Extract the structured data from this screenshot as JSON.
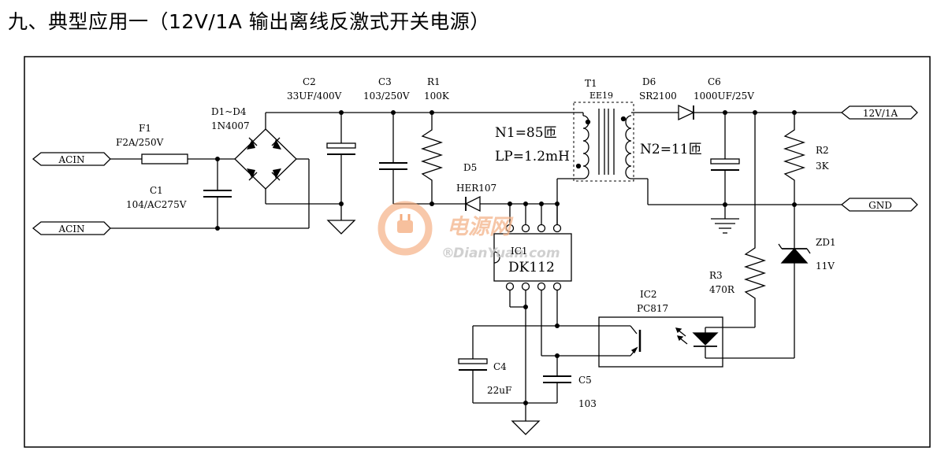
{
  "heading": "九、典型应用一（12V/1A 输出离线反激式开关电源）",
  "connectors": {
    "acin_top": "ACIN",
    "acin_bottom": "ACIN",
    "out_pos": "12V/1A",
    "out_gnd": "GND"
  },
  "components": {
    "f1": {
      "ref": "F1",
      "value": "F2A/250V"
    },
    "c1": {
      "ref": "C1",
      "value": "104/AC275V"
    },
    "d1_d4": {
      "ref": "D1~D4",
      "value": "1N4007"
    },
    "c2": {
      "ref": "C2",
      "value": "33UF/400V"
    },
    "c3": {
      "ref": "C3",
      "value": "103/250V"
    },
    "r1": {
      "ref": "R1",
      "value": "100K"
    },
    "t1": {
      "ref": "T1",
      "value": "EE19",
      "n1": "N1=85匝",
      "lp": "LP=1.2mH",
      "n2": "N2=11匝"
    },
    "d5": {
      "ref": "D5",
      "value": "HER107"
    },
    "d6": {
      "ref": "D6",
      "value": "SR2100"
    },
    "c6": {
      "ref": "C6",
      "value": "1000UF/25V"
    },
    "r2": {
      "ref": "R2",
      "value": "3K"
    },
    "ic1": {
      "ref": "IC1",
      "value": "DK112"
    },
    "zd1": {
      "ref": "ZD1",
      "value": "11V"
    },
    "r3": {
      "ref": "R3",
      "value": "470R"
    },
    "ic2": {
      "ref": "IC2",
      "value": "PC817"
    },
    "c4": {
      "ref": "C4",
      "value": "22uF"
    },
    "c5": {
      "ref": "C5",
      "value": "103"
    }
  },
  "watermark": {
    "logo_text": "电源网",
    "site_text": "DianYuan.com",
    "mark": "®"
  }
}
